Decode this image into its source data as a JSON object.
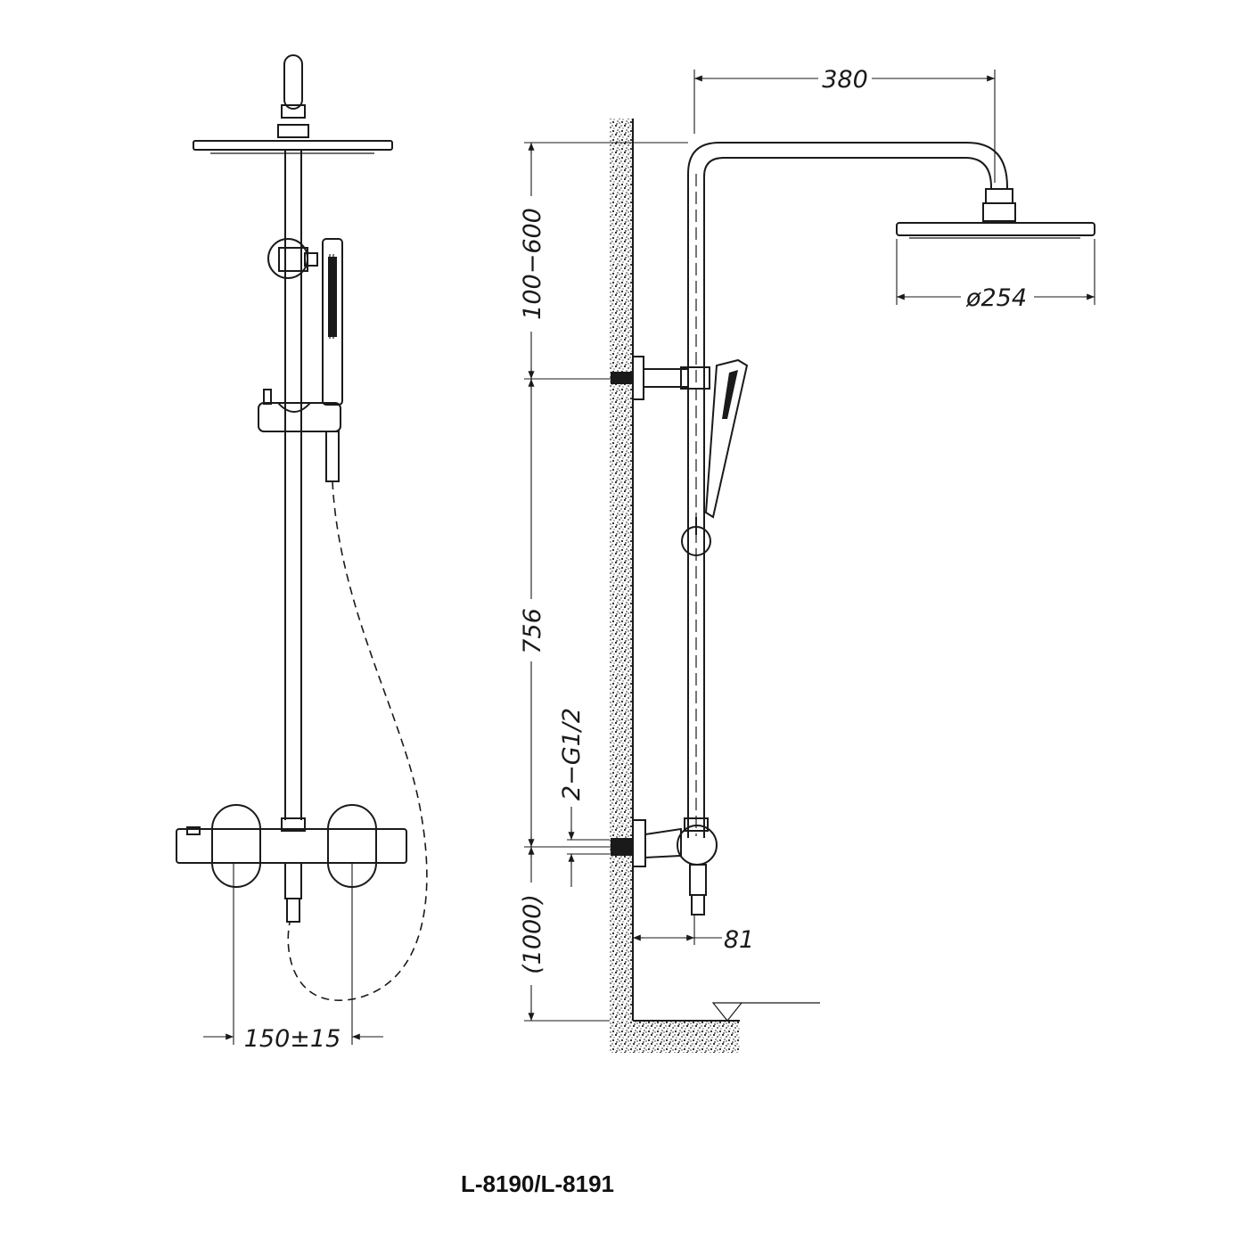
{
  "title": "L-8190/L-8191",
  "dimensions": {
    "arm_length": "380",
    "head_diameter": "ø254",
    "height_adjust": "100−600",
    "bar_height": "756",
    "inlet_thread": "2−G1/2",
    "inlet_height": "(1000)",
    "wall_offset": "81",
    "inlet_spacing": "150±15"
  },
  "colors": {
    "line": "#1a1a1a",
    "background": "#ffffff"
  }
}
